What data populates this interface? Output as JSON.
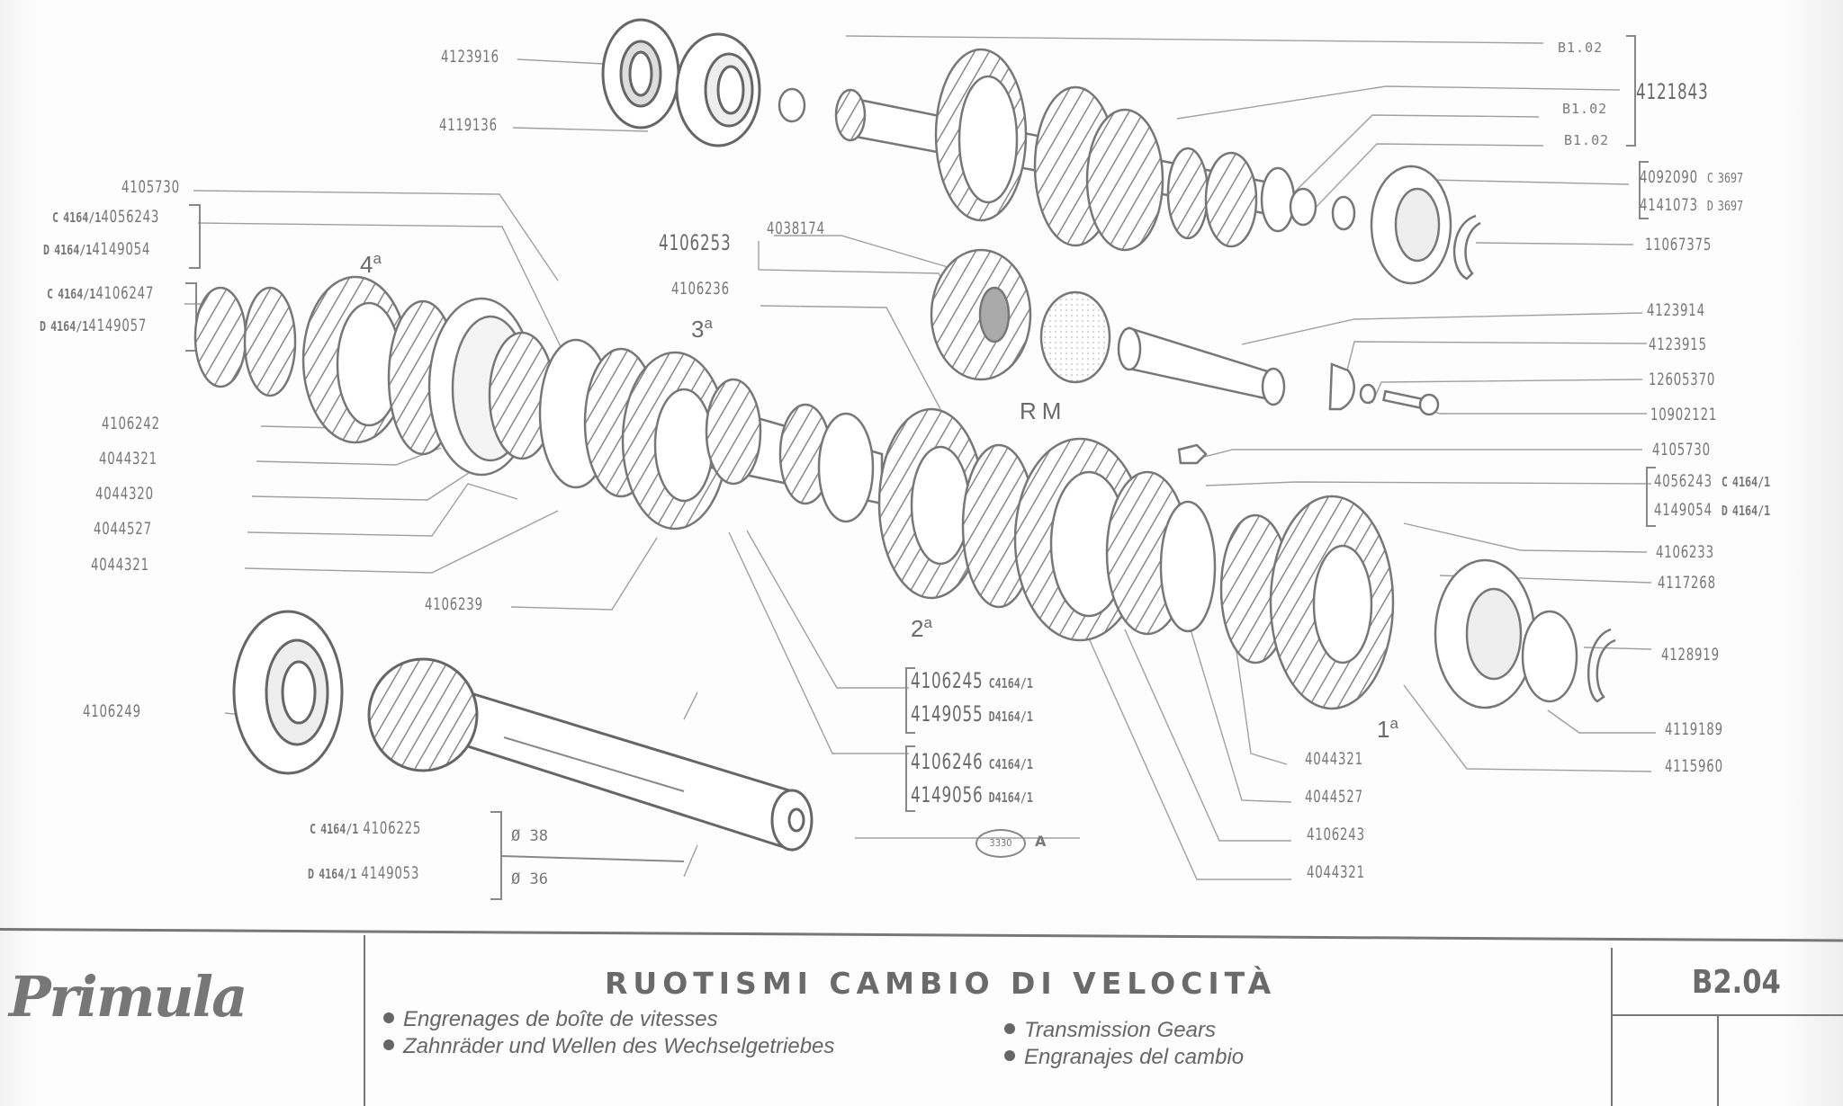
{
  "brand": "Primula",
  "sheet": "B2.04",
  "title": "RUOTISMI CAMBIO DI VELOCITÀ",
  "subtitles": {
    "fr": "Engrenages de boîte de vitesses",
    "de": "Zahnräder und Wellen des Wechselgetriebes",
    "en": "Transmission Gears",
    "es": "Engranajes del cambio"
  },
  "gears": {
    "fourth": "4",
    "third": "3",
    "second": "2",
    "first": "1",
    "reverse": "RM",
    "ordinal": "a"
  },
  "reference": {
    "code": "3330",
    "suffix": "A"
  },
  "left_labels": {
    "l4123916": "4123916",
    "l4119136": "4119136",
    "l4105730": "4105730",
    "g1": [
      {
        "variant": "C",
        "code": "4164/1",
        "part": "4056243"
      },
      {
        "variant": "D",
        "code": "4164/1",
        "part": "4149054"
      }
    ],
    "g2": [
      {
        "variant": "C",
        "code": "4164/1",
        "part": "4106247"
      },
      {
        "variant": "D",
        "code": "4164/1",
        "part": "4149057"
      }
    ],
    "l4106242": "4106242",
    "l4044321a": "4044321",
    "l4044320": "4044320",
    "l4044527": "4044527",
    "l4044321b": "4044321",
    "l4106239": "4106239",
    "l4106249": "4106249"
  },
  "shaft_group": [
    {
      "variant": "C",
      "code": "4164/1",
      "part": "4106225",
      "diameter": "Ø 38"
    },
    {
      "variant": "D",
      "code": "4164/1",
      "part": "4149053",
      "diameter": "Ø 36"
    }
  ],
  "center_labels": {
    "l4106253": "4106253",
    "l4038174": "4038174",
    "l4106236": "4106236",
    "g3": [
      {
        "part": "4106245",
        "variant": "C",
        "code": "4164/1"
      },
      {
        "part": "4149055",
        "variant": "D",
        "code": "4164/1"
      }
    ],
    "g4": [
      {
        "part": "4106246",
        "variant": "C",
        "code": "4164/1"
      },
      {
        "part": "4149056",
        "variant": "D",
        "code": "4164/1"
      }
    ]
  },
  "right_labels": {
    "b102a": "B1.02",
    "b102b": "B1.02",
    "b102c": "B1.02",
    "l4121843": "4121843",
    "g5": [
      {
        "part": "4092090",
        "variant": "C",
        "code": "3697"
      },
      {
        "part": "4141073",
        "variant": "D",
        "code": "3697"
      }
    ],
    "l11067375": "11067375",
    "l4123914": "4123914",
    "l4123915": "4123915",
    "l12605370": "12605370",
    "l10902121": "10902121",
    "l4105730": "4105730",
    "g6": [
      {
        "part": "4056243",
        "variant": "C",
        "code": "4164/1"
      },
      {
        "part": "4149054",
        "variant": "D",
        "code": "4164/1"
      }
    ],
    "l4106233": "4106233",
    "l4117268": "4117268",
    "l4128919": "4128919",
    "l4119189": "4119189",
    "l4115960": "4115960"
  },
  "bottom_labels": {
    "a": "4044321",
    "b": "4044527",
    "c": "4106243",
    "d": "4044321"
  },
  "colors": {
    "ink": "#6e6e6e",
    "paper": "#fbfbfb",
    "leader": "#9a9a9a"
  }
}
